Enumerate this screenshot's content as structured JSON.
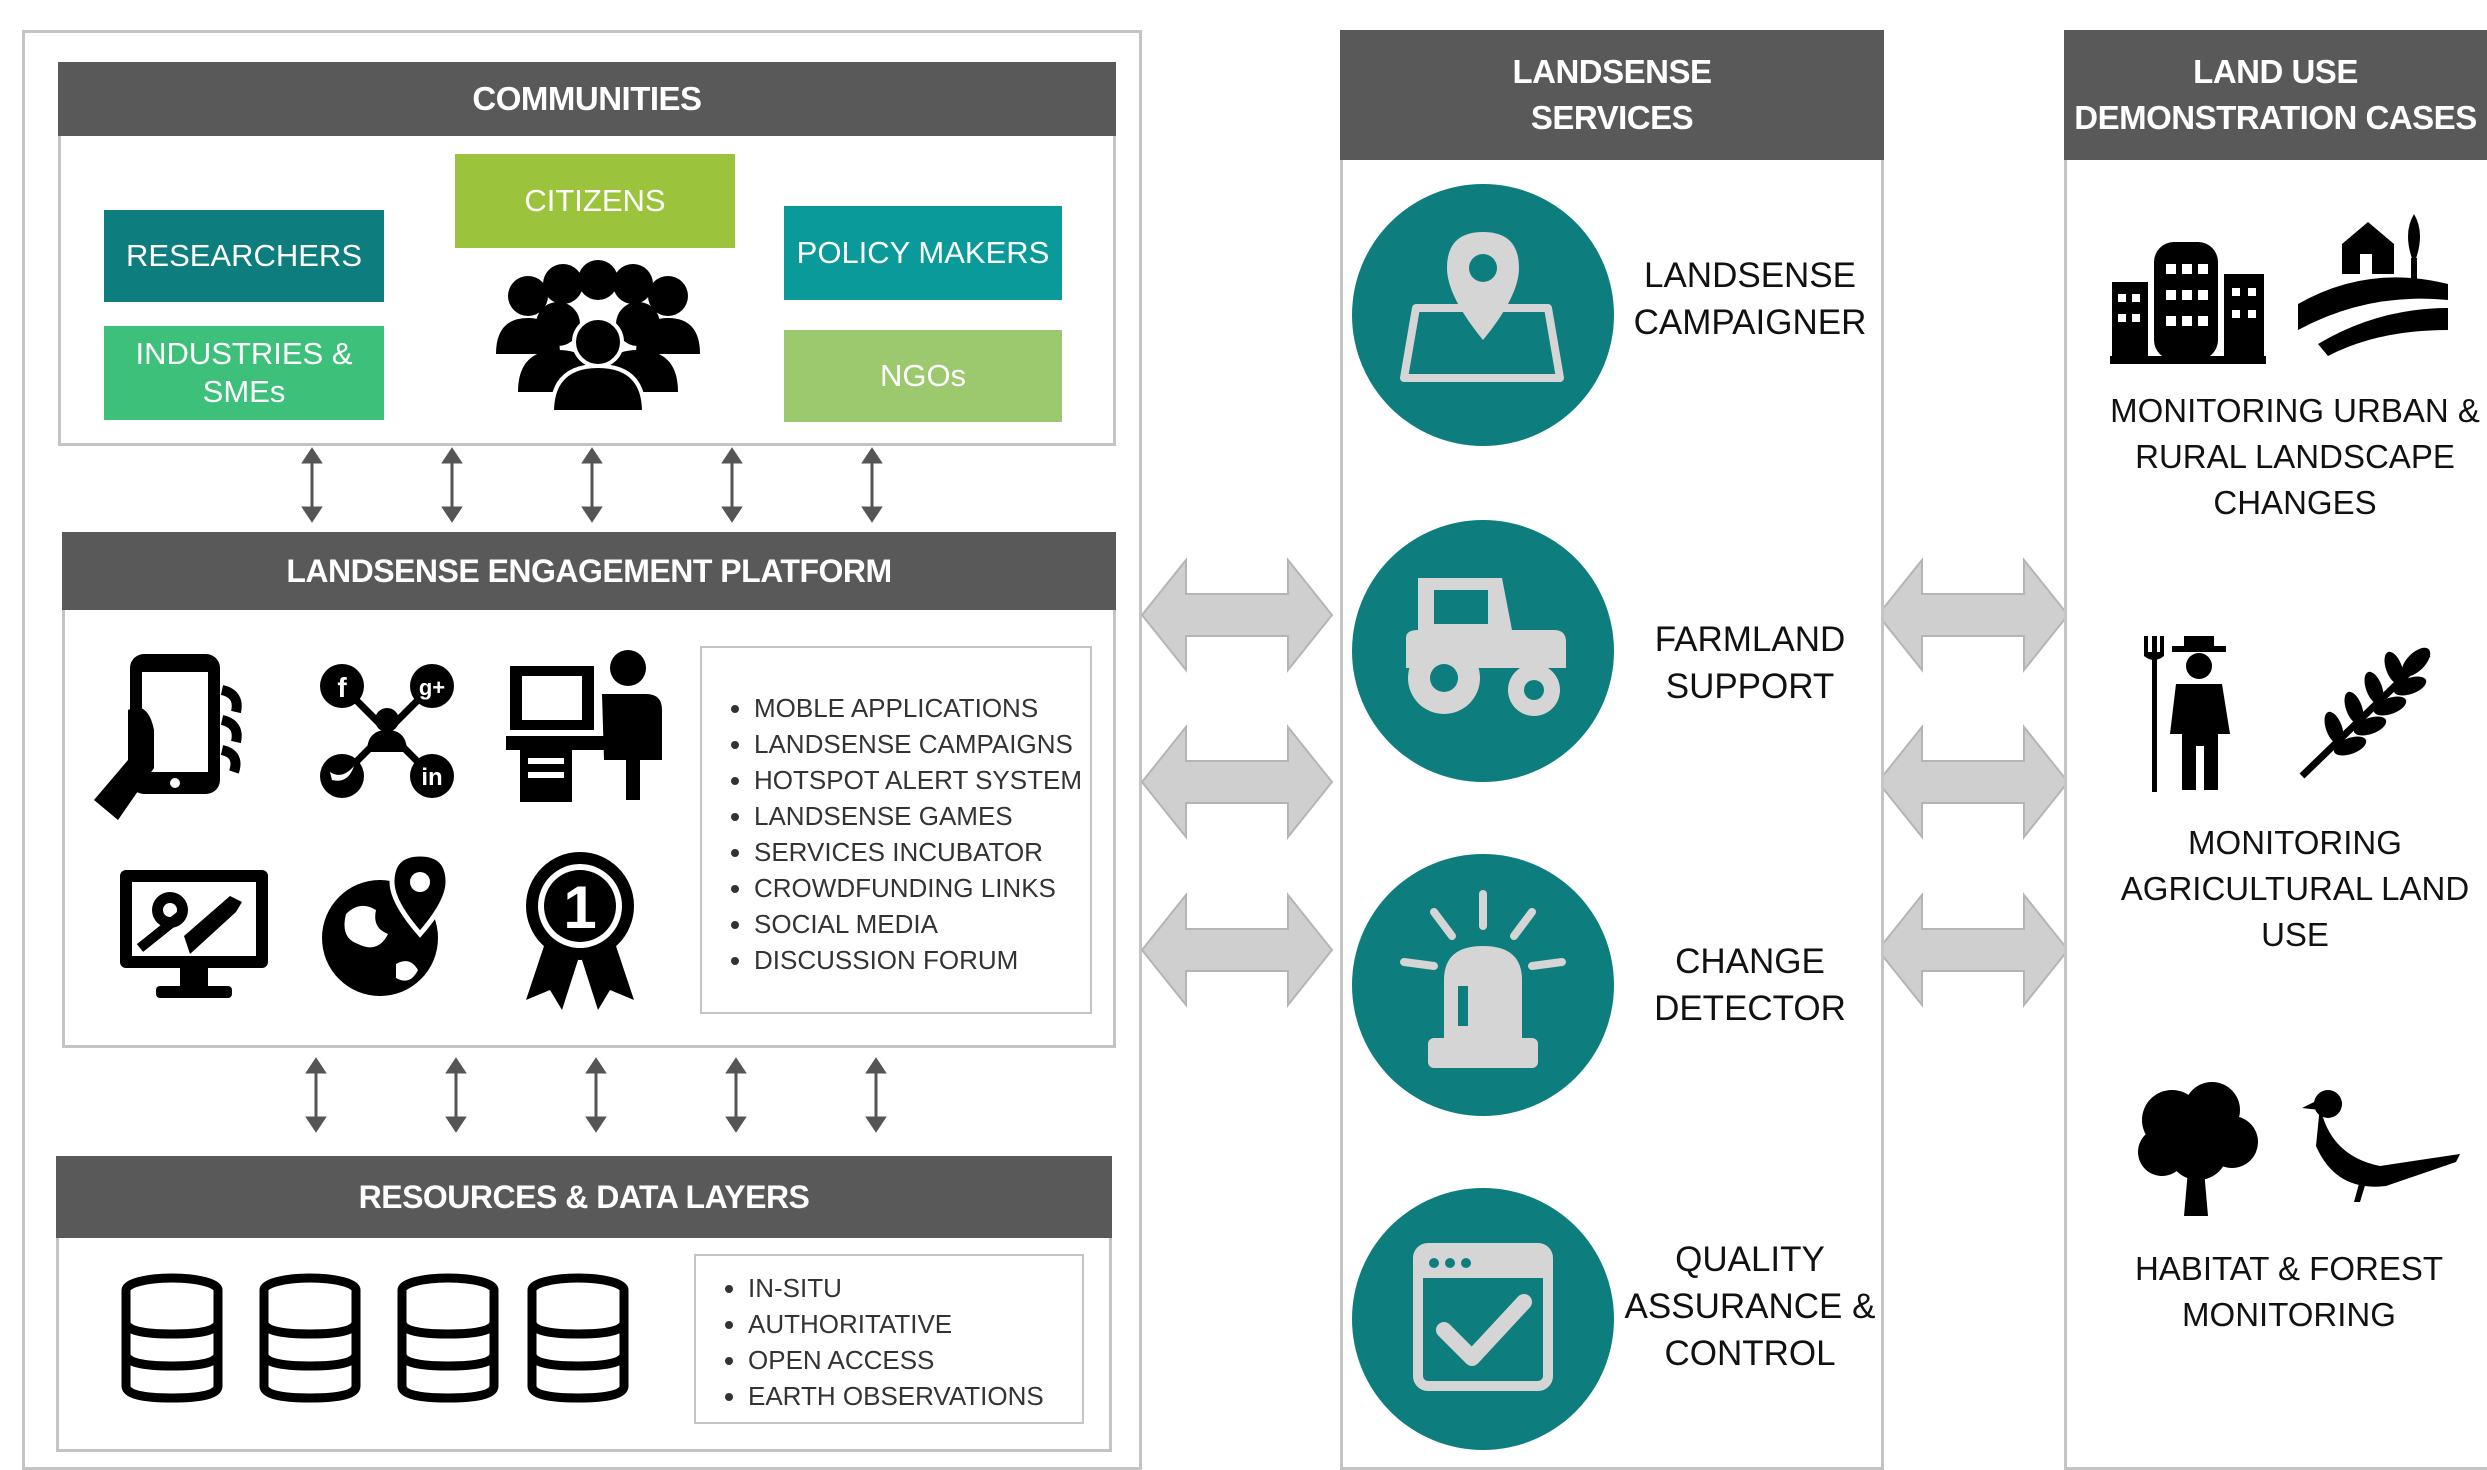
{
  "communities": {
    "title": "COMMUNITIES",
    "researchers": "RESEARCHERS",
    "citizens": "CITIZENS",
    "policy_makers": "POLICY MAKERS",
    "industries_line1": "INDUSTRIES &",
    "industries_line2": "SMEs",
    "ngos": "NGOs",
    "icon": "people-group-icon"
  },
  "platform": {
    "title": "LANDSENSE ENGAGEMENT PLATFORM",
    "icons": [
      "mobile-hand-icon",
      "social-network-icon",
      "desktop-user-icon",
      "monitor-tools-icon",
      "globe-pin-icon",
      "award-ribbon-icon"
    ],
    "items": [
      "MOBLE APPLICATIONS",
      "LANDSENSE CAMPAIGNS",
      "HOTSPOT ALERT SYSTEM",
      "LANDSENSE GAMES",
      "SERVICES INCUBATOR",
      "CROWDFUNDING LINKS",
      "SOCIAL MEDIA",
      "DISCUSSION FORUM"
    ]
  },
  "resources": {
    "title": "RESOURCES & DATA LAYERS",
    "icon": "database-icon",
    "items": [
      "IN-SITU",
      "AUTHORITATIVE",
      "OPEN ACCESS",
      "EARTH OBSERVATIONS"
    ]
  },
  "services": {
    "title_line1": "LANDSENSE",
    "title_line2": "SERVICES",
    "items": [
      {
        "line1": "LANDSENSE",
        "line2": "CAMPAIGNER",
        "line3": "",
        "icon": "map-pin-icon"
      },
      {
        "line1": "FARMLAND",
        "line2": "SUPPORT",
        "line3": "",
        "icon": "tractor-icon"
      },
      {
        "line1": "CHANGE",
        "line2": "DETECTOR",
        "line3": "",
        "icon": "alarm-light-icon"
      },
      {
        "line1": "QUALITY",
        "line2": "ASSURANCE &",
        "line3": "CONTROL",
        "icon": "checkbox-window-icon"
      }
    ]
  },
  "cases": {
    "title_line1": "LAND USE",
    "title_line2": "DEMONSTRATION CASES",
    "items": [
      {
        "line1": "MONITORING URBAN &",
        "line2": "RURAL LANDSCAPE",
        "line3": "CHANGES",
        "icons": [
          "city-buildings-icon",
          "rural-house-icon"
        ]
      },
      {
        "line1": "MONITORING",
        "line2": "AGRICULTURAL LAND USE",
        "line3": "",
        "icons": [
          "farmer-icon",
          "wheat-icon"
        ]
      },
      {
        "line1": "HABITAT & FOREST",
        "line2": "MONITORING",
        "line3": "",
        "icons": [
          "tree-icon",
          "bird-icon"
        ]
      }
    ]
  },
  "colors": {
    "header": "#595959",
    "teal_dark": "#0e7d7d",
    "teal": "#0a9a9a",
    "lime": "#9bc43c",
    "green": "#3cc07a",
    "light_green": "#9cc96e",
    "arrow_grey": "#c8c8c8"
  }
}
